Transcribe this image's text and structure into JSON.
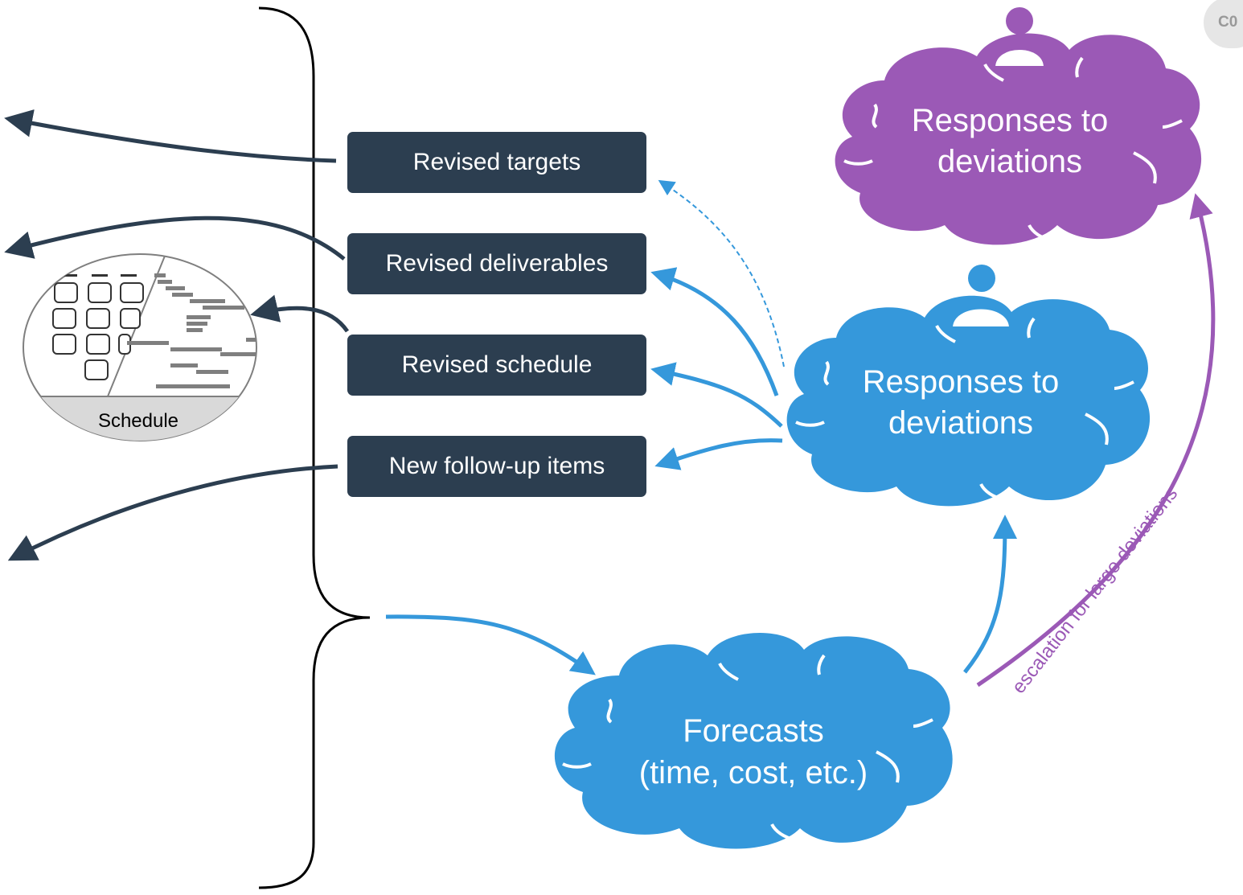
{
  "badge": "C0",
  "boxes": [
    {
      "id": "targets",
      "label": "Revised targets"
    },
    {
      "id": "deliverables",
      "label": "Revised deliverables"
    },
    {
      "id": "schedule",
      "label": "Revised schedule"
    },
    {
      "id": "followup",
      "label": "New follow-up items"
    }
  ],
  "clouds": {
    "top": {
      "line1": "Responses to",
      "line2": "deviations"
    },
    "middle": {
      "line1": "Responses to",
      "line2": "deviations"
    },
    "forecast": {
      "line1": "Forecasts",
      "line2": "(time, cost, etc.)"
    }
  },
  "schedule_icon": {
    "label": "Schedule"
  },
  "escalation_label": "escalation for large deviations",
  "colors": {
    "box": "#2c3e50",
    "blue": "#3598db",
    "purple": "#9b59b6",
    "dark_arrow": "#2c3e50",
    "brace": "#000000"
  },
  "icons": [
    "person-icon",
    "schedule-icon",
    "arrow-icon",
    "brace-icon",
    "cloud-icon"
  ]
}
